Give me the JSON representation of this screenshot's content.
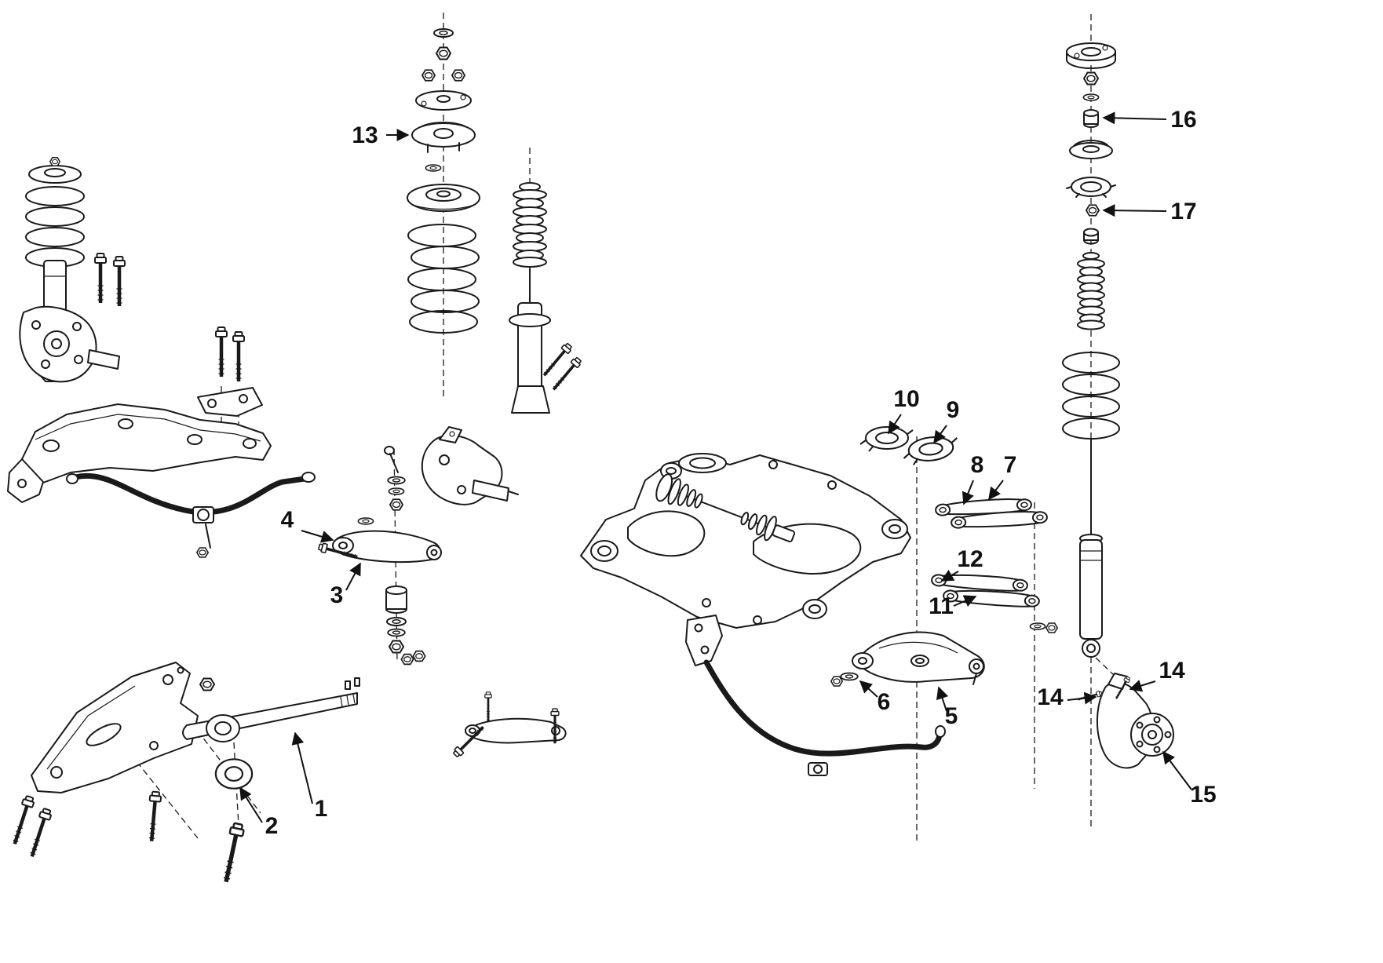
{
  "diagram": {
    "background": "#ffffff",
    "line_color": "#1a1a1a",
    "callout_color": "#111111",
    "callouts": [
      {
        "label": "13"
      },
      {
        "label": "16"
      },
      {
        "label": "17"
      },
      {
        "label": "10"
      },
      {
        "label": "9"
      },
      {
        "label": "8"
      },
      {
        "label": "7"
      },
      {
        "label": "12"
      },
      {
        "label": "11"
      },
      {
        "label": "4"
      },
      {
        "label": "3"
      },
      {
        "label": "6"
      },
      {
        "label": "5"
      },
      {
        "label": "2"
      },
      {
        "label": "1"
      },
      {
        "label": "14"
      },
      {
        "label": "14"
      },
      {
        "label": "15"
      }
    ]
  }
}
